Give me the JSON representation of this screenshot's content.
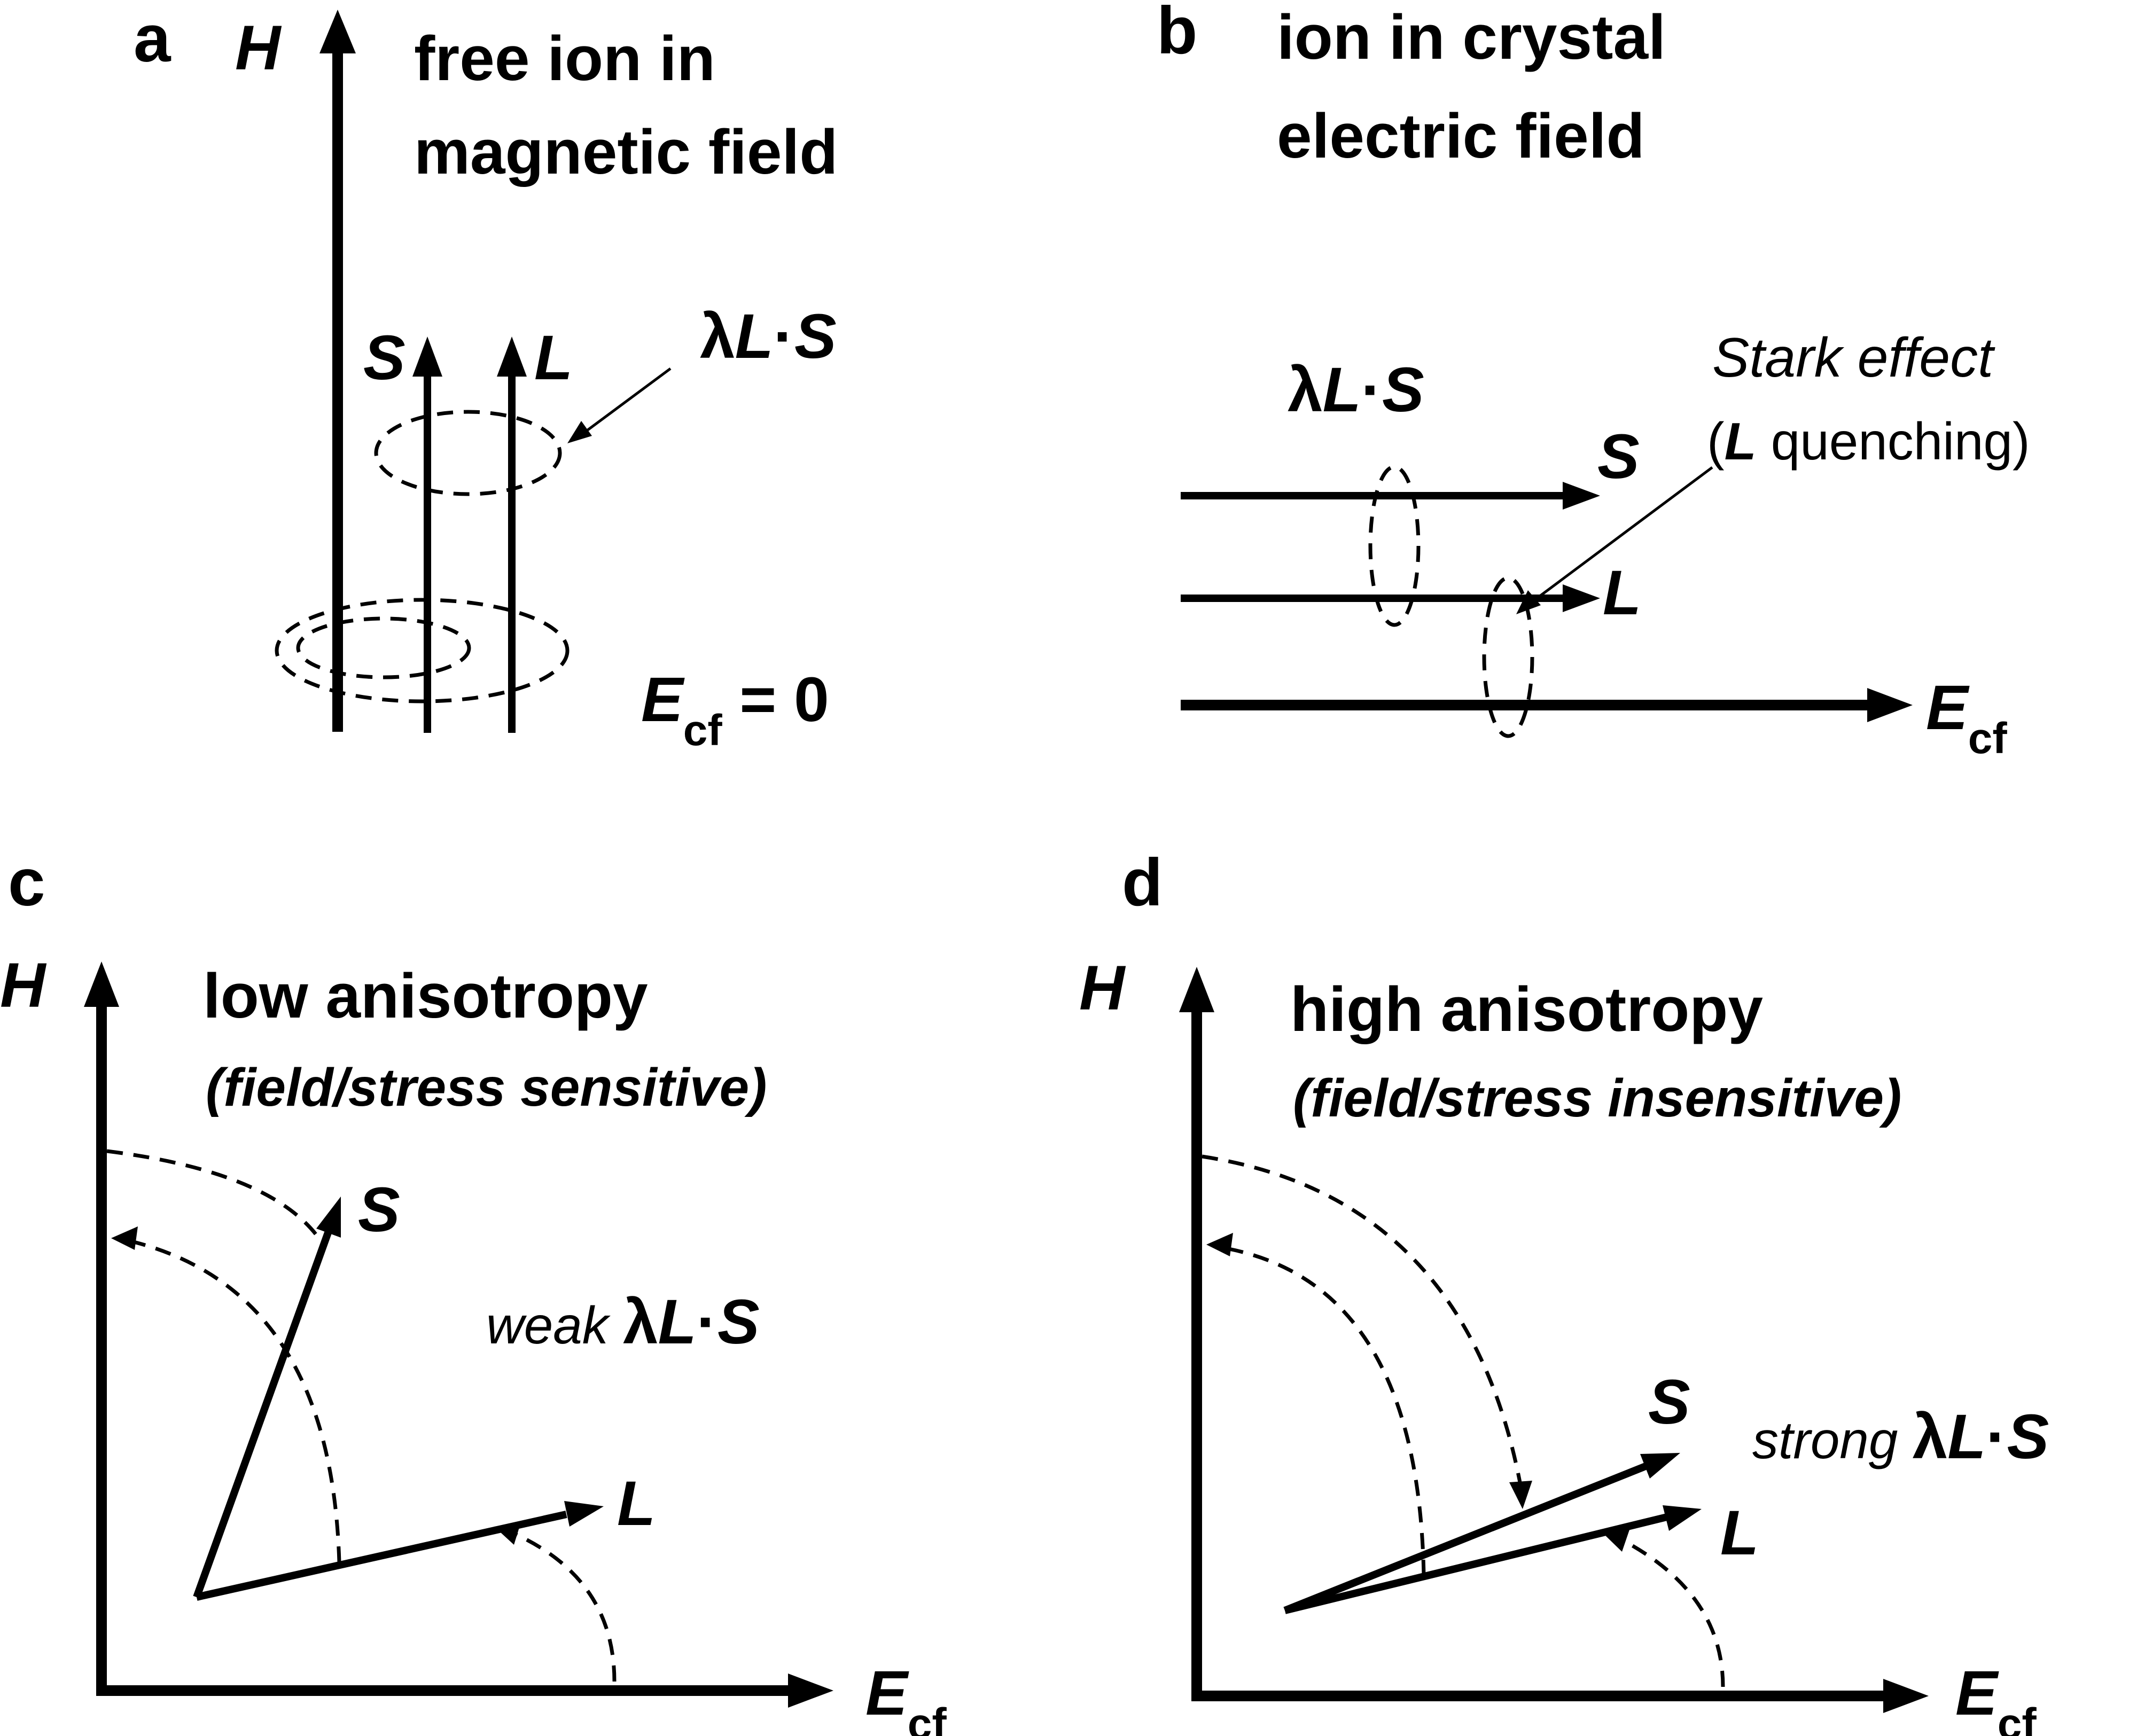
{
  "panel_a": {
    "letter": "a",
    "axis_label": "H",
    "title_line1": "free ion in",
    "title_line2": "magnetic field",
    "vector_s": "S",
    "vector_l": "L",
    "coupling_lambda": "λ",
    "coupling_l": "L",
    "coupling_dot": "·",
    "coupling_s": "S",
    "ecf_main": "E",
    "ecf_sub": "cf",
    "ecf_value": " = 0"
  },
  "panel_b": {
    "letter": "b",
    "title_line1": "ion in crystal",
    "title_line2": "electric field",
    "coupling_lambda": "λ",
    "coupling_l": "L",
    "coupling_dot": "·",
    "coupling_s": "S",
    "note_line1": "Stark effect",
    "note_paren_open": "(",
    "note_l": "L",
    "note_rest": " quenching)",
    "vector_s": "S",
    "vector_l": "L",
    "axis_main": "E",
    "axis_sub": "cf"
  },
  "panel_c": {
    "letter": "c",
    "axis_h": "H",
    "title": "low anisotropy",
    "subtitle": "(field/stress sensitive)",
    "vector_s": "S",
    "vector_l": "L",
    "note_word": "weak ",
    "coupling_lambda": "λ",
    "coupling_l": "L",
    "coupling_dot": "·",
    "coupling_s": "S",
    "axis_main": "E",
    "axis_sub": "cf"
  },
  "panel_d": {
    "letter": "d",
    "axis_h": "H",
    "title": "high anisotropy",
    "subtitle": "(field/stress insensitive)",
    "vector_s": "S",
    "vector_l": "L",
    "note_word": "strong ",
    "coupling_lambda": "λ",
    "coupling_l": "L",
    "coupling_dot": "·",
    "coupling_s": "S",
    "axis_main": "E",
    "axis_sub": "cf"
  }
}
